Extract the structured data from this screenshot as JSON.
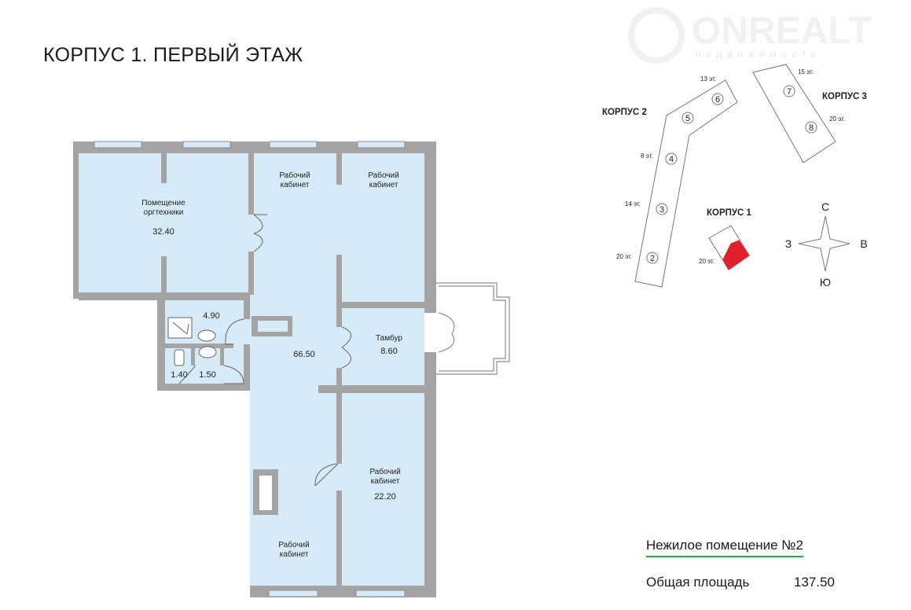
{
  "title": "КОРПУС 1. ПЕРВЫЙ ЭТАЖ",
  "watermark": {
    "brand": "ONREALT",
    "sub": "недвижимость"
  },
  "rooms": [
    {
      "name": "Помещение оргтехники",
      "area": "32.40"
    },
    {
      "name": "Рабочий кабинет",
      "area": ""
    },
    {
      "name": "Рабочий кабинет",
      "area": ""
    },
    {
      "name": "",
      "area": "4.90"
    },
    {
      "name": "",
      "area": "66.50"
    },
    {
      "name": "Тамбур",
      "area": "8.60"
    },
    {
      "name": "",
      "area": "1.40"
    },
    {
      "name": "",
      "area": "1.50"
    },
    {
      "name": "Рабочий кабинет",
      "area": "22.20"
    },
    {
      "name": "Рабочий кабинет",
      "area": ""
    }
  ],
  "room_labels": {
    "r0a": "Помещение",
    "r0b": "оргтехники",
    "cab_a": "Рабочий",
    "cab_b": "кабинет"
  },
  "site_plan": {
    "buildings": [
      "КОРПУС 1",
      "КОРПУС 2",
      "КОРПУС 3"
    ],
    "sections": [
      "2",
      "3",
      "4",
      "5",
      "6",
      "7",
      "8"
    ],
    "floors": [
      "13 эт.",
      "8 эт.",
      "14 эт.",
      "20 эт.",
      "20 эт.",
      "15 эт.",
      "20 эт."
    ],
    "highlight_color": "#e0202a",
    "compass": {
      "n": "С",
      "s": "Ю",
      "w": "З",
      "e": "В"
    }
  },
  "info": {
    "unit": "Нежилое помещение №2",
    "total_label": "Общая площадь",
    "total_value": "137.50",
    "accent": "#2aa84a"
  }
}
